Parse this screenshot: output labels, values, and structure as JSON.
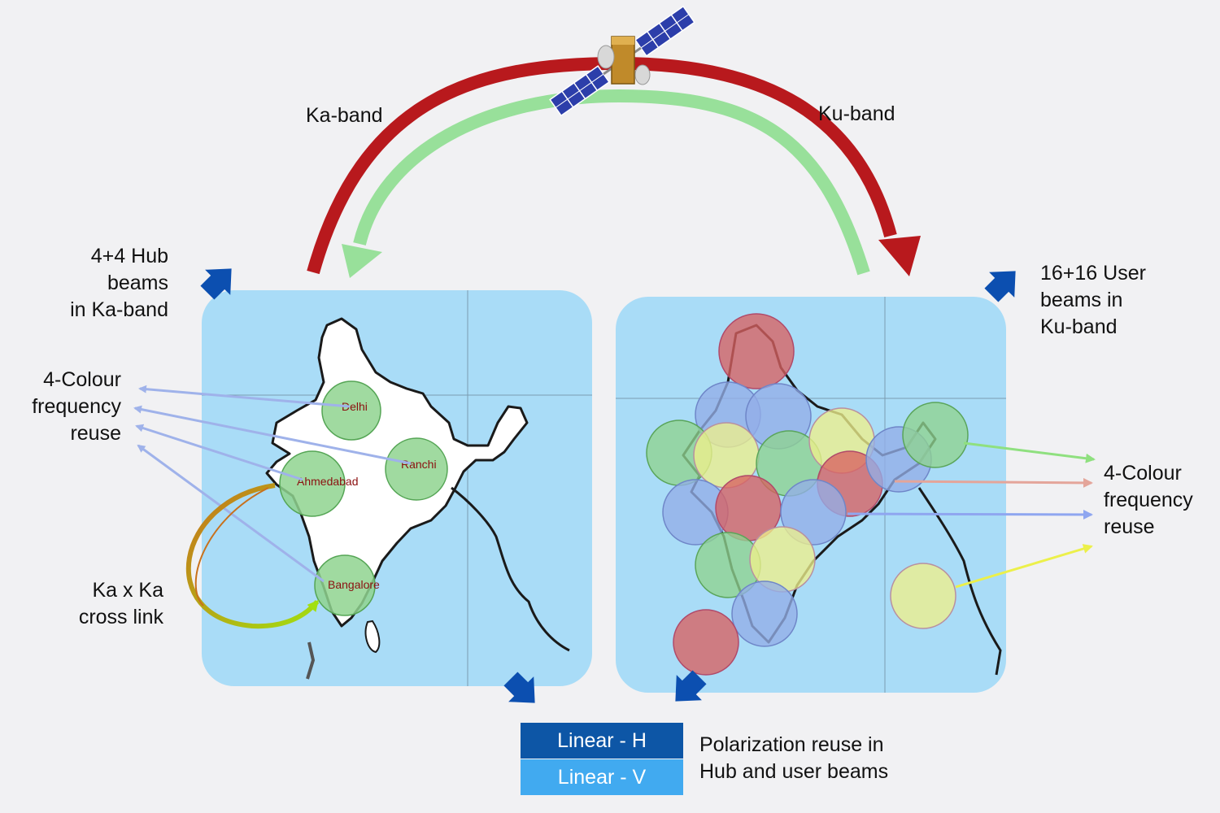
{
  "satellite": {
    "uplink_label": "Ka-band",
    "downlink_label": "Ku-band"
  },
  "hub_panel": {
    "beams_label": [
      "4+4 Hub",
      "beams",
      "in Ka-band"
    ],
    "reuse_label": [
      "4-Colour",
      "frequency",
      "reuse"
    ],
    "cross_link_label": [
      "Ka x Ka",
      "cross link"
    ],
    "cities": [
      {
        "name": "Delhi"
      },
      {
        "name": "Ranchi"
      },
      {
        "name": "Ahmedabad"
      },
      {
        "name": "Bangalore"
      }
    ]
  },
  "user_panel": {
    "beams_label": [
      "16+16 User",
      "beams in",
      "Ku-band"
    ],
    "reuse_label": [
      "4-Colour",
      "frequency",
      "reuse"
    ]
  },
  "polarization": {
    "h_label": "Linear - H",
    "v_label": "Linear - V",
    "description": [
      "Polarization reuse in",
      "Hub and user beams"
    ]
  },
  "colors": {
    "background": "#f1f1f3",
    "sea": "#a9dcf7",
    "ka_arc": "#b8191d",
    "ku_arc": "#98e09a",
    "pointer_arrow": "#0c4fb0",
    "linear_h": "#0d56a6",
    "linear_v": "#41aaf0",
    "beam_green": "#8fd48f",
    "beam_blue": "#93aee8",
    "beam_yellow": "#eef08c",
    "beam_red": "#d86262"
  }
}
